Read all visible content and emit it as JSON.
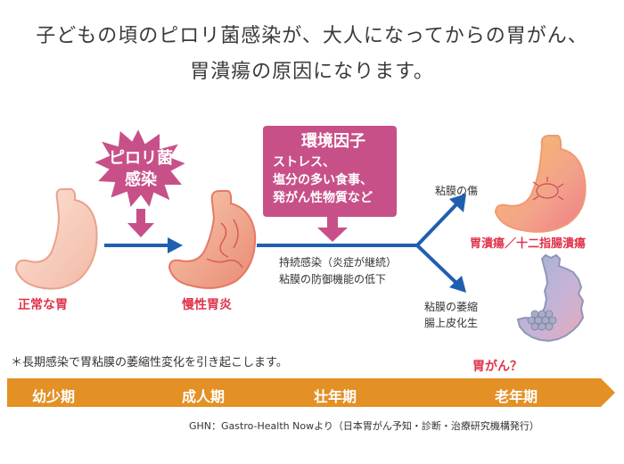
{
  "headline": {
    "line1": "子どもの頃のピロリ菌感染が、大人になってからの胃がん、",
    "line2": "胃潰瘍の原因になります。"
  },
  "burst": {
    "line1": "ピロリ菌",
    "line2": "感染"
  },
  "environment_box": {
    "title": "環境因子",
    "lines": [
      "ストレス、",
      "塩分の多い食事、",
      "発がん性物質など"
    ]
  },
  "stomachs": {
    "normal": "正常な胃",
    "chronic": "慢性胃炎",
    "ulcer_label": "粘膜の傷",
    "ulcer": "胃潰瘍／十二指腸潰瘍",
    "cancer_label_1": "粘膜の萎縮",
    "cancer_label_2": "腸上皮化生",
    "cancer": "胃がん？"
  },
  "path_note": {
    "line1": "持続感染（炎症が継続）",
    "line2": "粘膜の防御機能の低下"
  },
  "footnote": "＊長期感染で胃粘膜の萎縮性変化を引き起こします。",
  "timeline": [
    "幼少期",
    "成人期",
    "壮年期",
    "老年期"
  ],
  "source": "GHN：Gastro-Health Nowより（日本胃がん予知・診断・治療研究機構発行）",
  "colors": {
    "pink": "#c85088",
    "blue": "#1f5fb0",
    "orange": "#e39025",
    "red": "#e0334a"
  }
}
